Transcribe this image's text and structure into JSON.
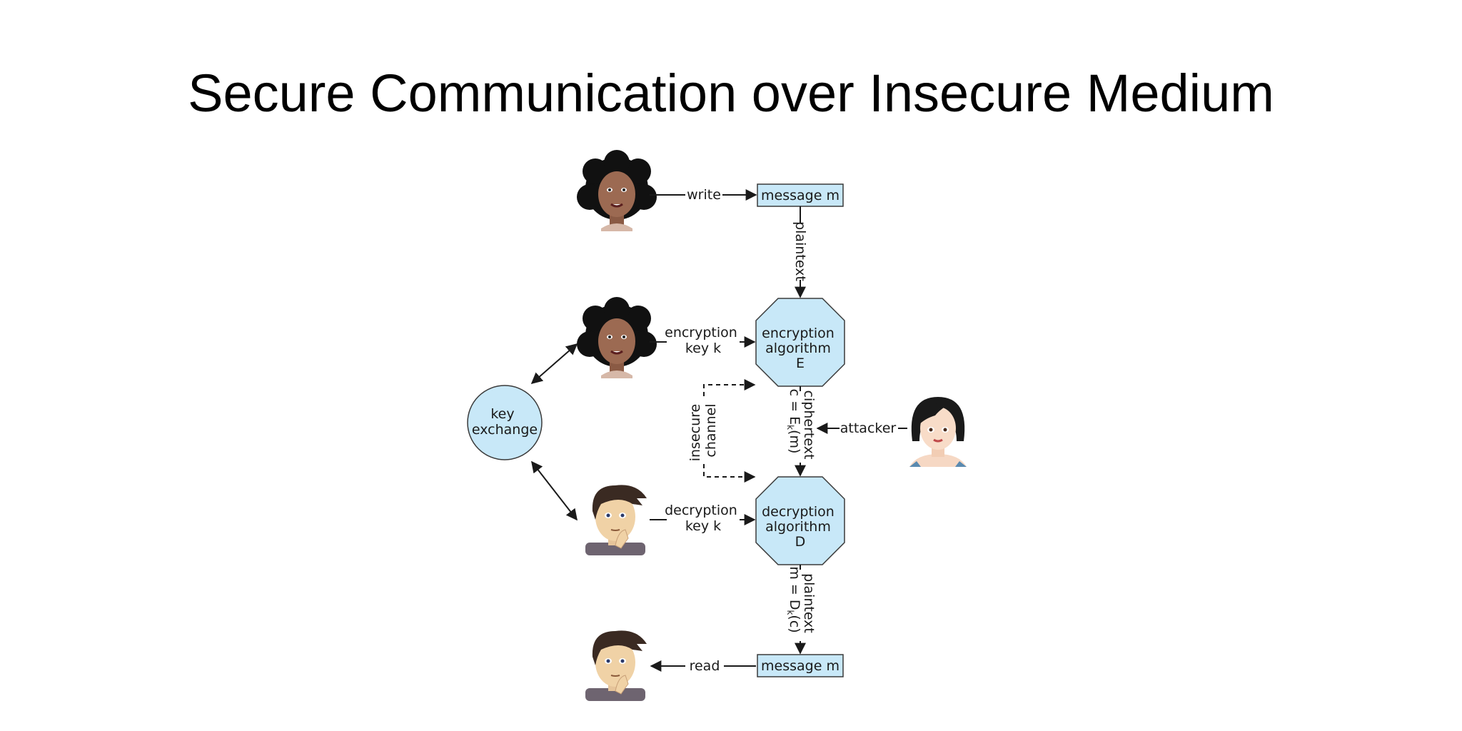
{
  "title": "Secure Communication over Insecure Medium",
  "nodes": {
    "message_top": "message m",
    "message_bottom": "message m",
    "enc": [
      "encryption",
      "algorithm",
      "E"
    ],
    "dec": [
      "decryption",
      "algorithm",
      "D"
    ],
    "key_exchange": [
      "key",
      "exchange"
    ]
  },
  "edges": {
    "write": "write",
    "read": "read",
    "plaintext_top": "plaintext",
    "enc_key": [
      "encryption",
      "key k"
    ],
    "dec_key": [
      "decryption",
      "key k"
    ],
    "ciphertext": [
      "ciphertext",
      "c = E",
      "k",
      "(m)"
    ],
    "plaintext_bottom": [
      "plaintext",
      "m = D",
      "k",
      "(c)"
    ],
    "insecure_channel": [
      "insecure",
      "channel"
    ],
    "attacker": "attacker"
  },
  "colors": {
    "node_fill": "#c8e8f8",
    "node_stroke": "#3a3a3a",
    "line": "#1a1a1a"
  }
}
